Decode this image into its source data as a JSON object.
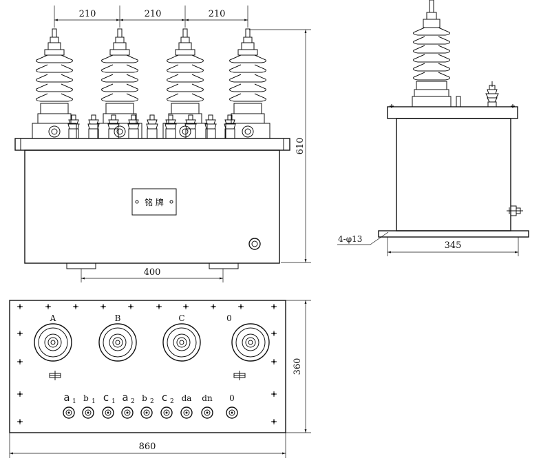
{
  "front_view": {
    "dim_spacing": [
      "210",
      "210",
      "210"
    ],
    "dim_height": "610",
    "dim_feet": "400",
    "nameplate": "铭 牌"
  },
  "side_view": {
    "dim_width": "345",
    "hole_note": "4-φ13"
  },
  "top_view": {
    "dim_width": "860",
    "dim_depth": "360",
    "bushing_labels": [
      "A",
      "B",
      "C",
      "0"
    ],
    "terminals": [
      {
        "main": "a",
        "sub": "1"
      },
      {
        "main": "b",
        "sub": "1"
      },
      {
        "main": "c",
        "sub": "1"
      },
      {
        "main": "a",
        "sub": "2"
      },
      {
        "main": "b",
        "sub": "2"
      },
      {
        "main": "c",
        "sub": "2"
      },
      {
        "main": "da",
        "sub": ""
      },
      {
        "main": "dn",
        "sub": ""
      },
      {
        "main": "0",
        "sub": ""
      }
    ]
  }
}
